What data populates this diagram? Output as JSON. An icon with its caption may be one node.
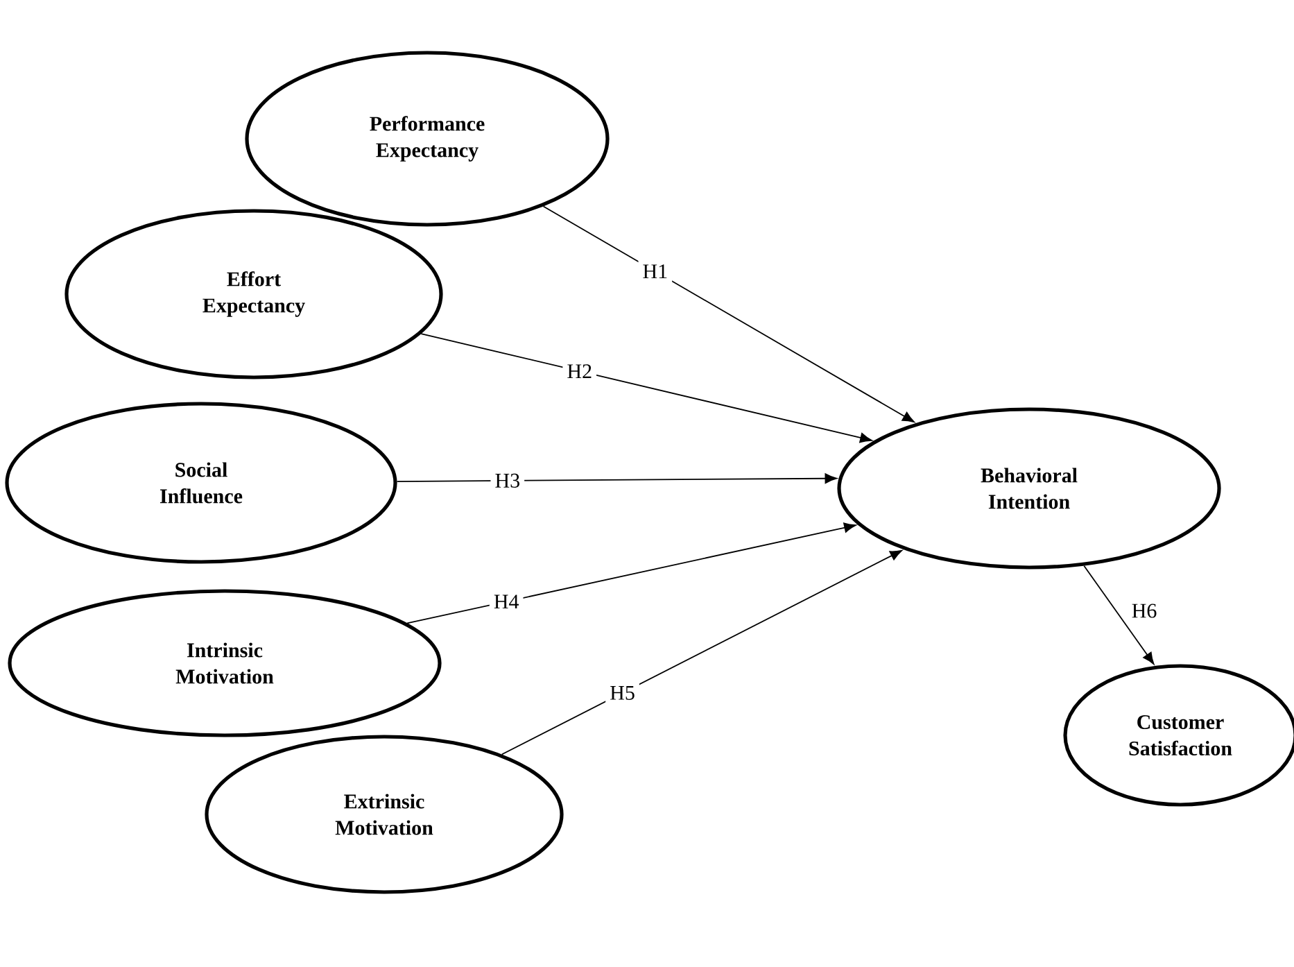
{
  "diagram": {
    "nodes": [
      {
        "text": [
          "Performance Expectancy"
        ]
      },
      {
        "text": [
          "Effort Expectancy"
        ]
      },
      {
        "text": [
          "Social Influence"
        ]
      },
      {
        "text": [
          "Intrinsic Motivation"
        ]
      },
      {
        "text": [
          "Extrinsic Motivation"
        ]
      },
      {
        "text": [
          "Behavioral Intention"
        ]
      },
      {
        "text": [
          "Customer Satisfaction"
        ]
      }
    ],
    "edges": [
      {
        "from": 0,
        "to": 5,
        "arrow": "to",
        "label": "H1"
      },
      {
        "from": 1,
        "to": 5,
        "arrow": "to",
        "label": "H2"
      },
      {
        "from": 2,
        "to": 5,
        "arrow": "to",
        "label": "H3"
      },
      {
        "from": 3,
        "to": 5,
        "arrow": "to",
        "label": "H4"
      },
      {
        "from": 4,
        "to": 5,
        "arrow": "to",
        "label": "H5"
      },
      {
        "from": 5,
        "to": 6,
        "arrow": "to",
        "label": "H6"
      }
    ]
  }
}
